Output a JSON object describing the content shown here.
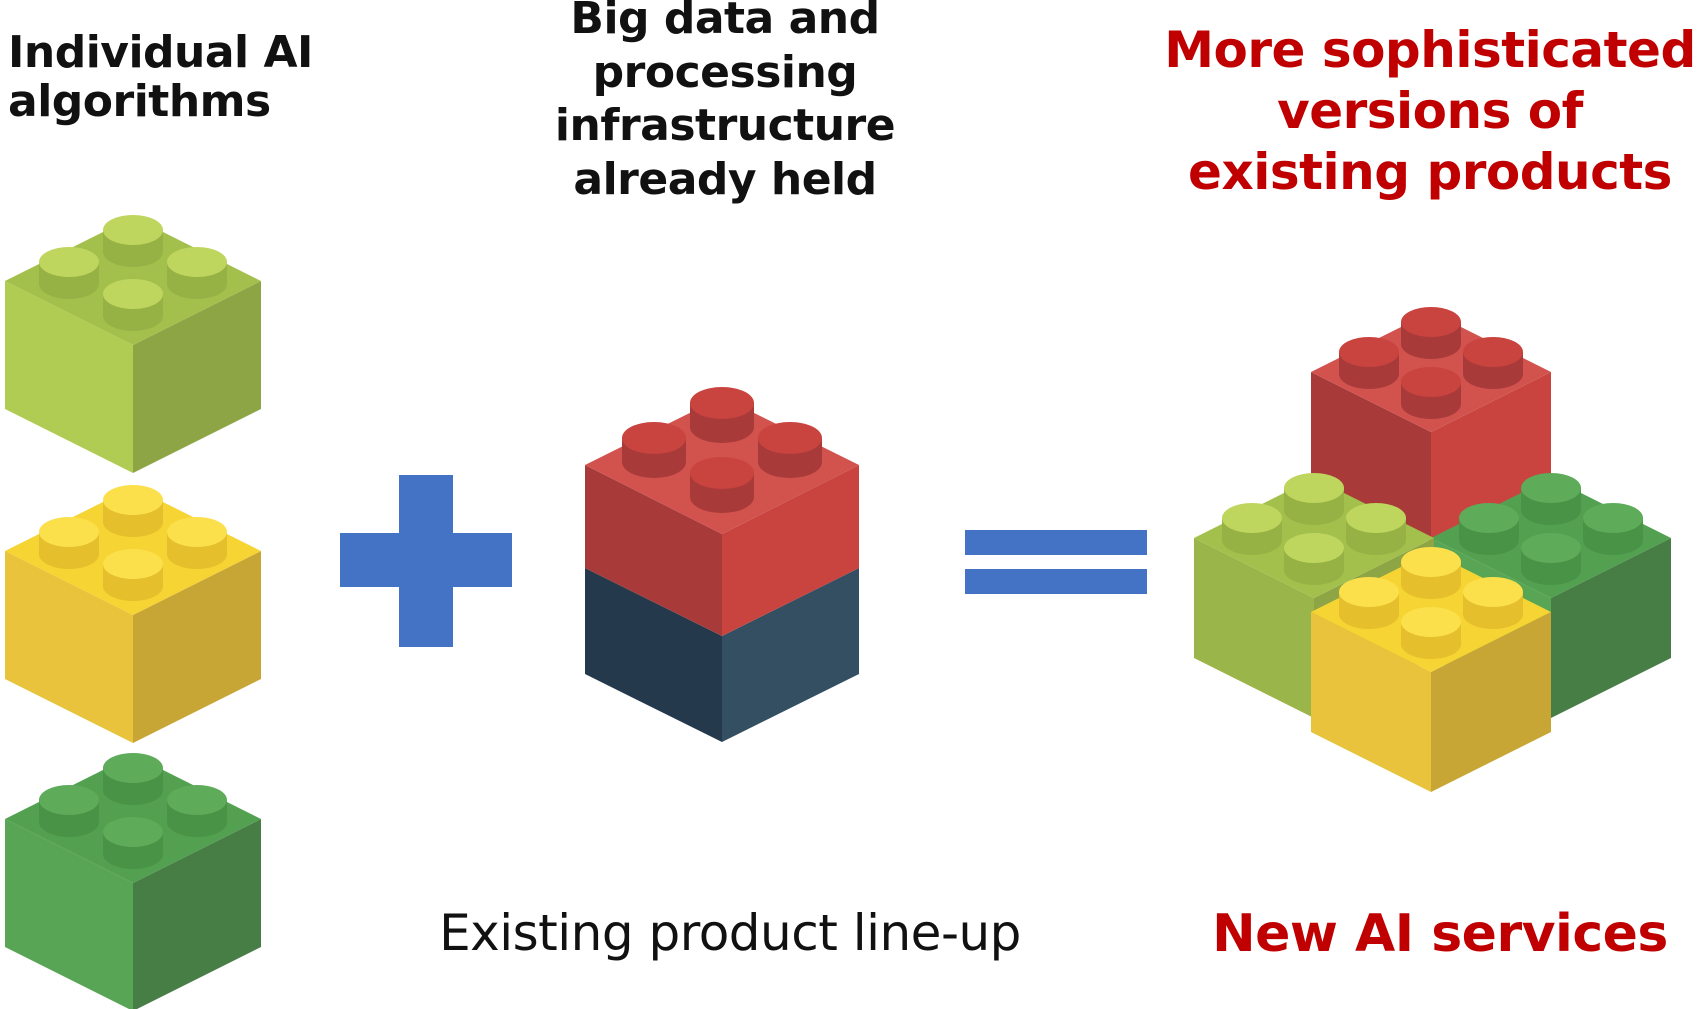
{
  "labels": {
    "ai_algorithms": "Individual AI algorithms",
    "big_data": "Big data and processing infrastructure already held",
    "sophisticated_versions": "More sophisticated versions of existing products",
    "existing_lineup": "Existing product line-up",
    "new_ai_services": "New AI services"
  },
  "operators": {
    "plus": "+",
    "equals": "="
  },
  "colors": {
    "green_light": "#b0cc52",
    "yellow": "#f6d433",
    "green_dark": "#58a655",
    "red": "#c9433f",
    "navy": "#344f62",
    "operator_blue": "#4472c4",
    "highlight_text": "#c00000"
  }
}
